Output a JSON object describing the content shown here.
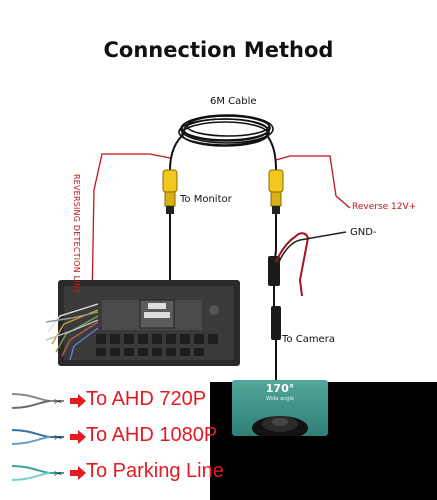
{
  "title": "Connection Method",
  "labels": {
    "cable": "6M Cable",
    "to_monitor": "To Monitor",
    "reverse": "Reverse 12V+",
    "gnd": "GND-",
    "to_camera": "To Camera",
    "reversing_line": "REVERSING DETECTION LINE"
  },
  "camera": {
    "angle": "170°",
    "angle_sub": "Wide angle"
  },
  "legend": [
    {
      "text": "To AHD 720P",
      "wire_colors": [
        "#8a8a8a",
        "#6b6b6b"
      ]
    },
    {
      "text": "To AHD 1080P",
      "wire_colors": [
        "#3b6fa0",
        "#6a9fc8"
      ]
    },
    {
      "text": "To Parking Line",
      "wire_colors": [
        "#3aa2a0",
        "#7fd0c8"
      ]
    }
  ],
  "colors": {
    "accent_red": "#e31a1f",
    "connector_yellow": "#f2c81e",
    "wire_red": "#c0151b",
    "camera_teal": "#3b8f83"
  }
}
